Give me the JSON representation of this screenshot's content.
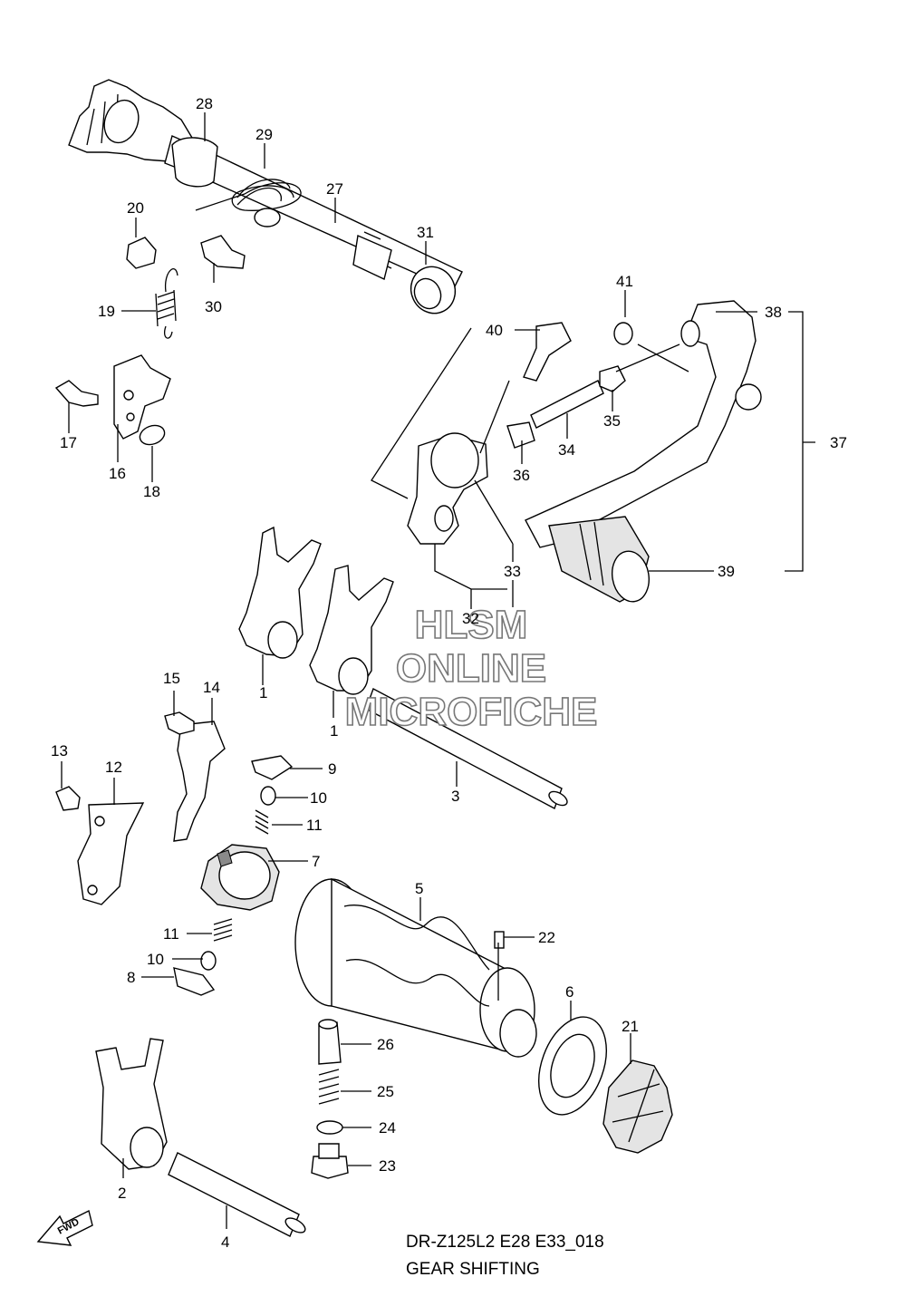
{
  "diagram": {
    "model_code": "DR-Z125L2 E28 E33_018",
    "section_title": "GEAR SHIFTING",
    "fwd_label": "FWD",
    "watermark": [
      "HLSM",
      "ONLINE",
      "MICROFICHE"
    ],
    "callouts": [
      {
        "id": "c1a",
        "text": "1"
      },
      {
        "id": "c1b",
        "text": "1"
      },
      {
        "id": "c2",
        "text": "2"
      },
      {
        "id": "c3",
        "text": "3"
      },
      {
        "id": "c4",
        "text": "4"
      },
      {
        "id": "c5",
        "text": "5"
      },
      {
        "id": "c6",
        "text": "6"
      },
      {
        "id": "c7",
        "text": "7"
      },
      {
        "id": "c8",
        "text": "8"
      },
      {
        "id": "c9",
        "text": "9"
      },
      {
        "id": "c10a",
        "text": "10"
      },
      {
        "id": "c10b",
        "text": "10"
      },
      {
        "id": "c11a",
        "text": "11"
      },
      {
        "id": "c11b",
        "text": "11"
      },
      {
        "id": "c12",
        "text": "12"
      },
      {
        "id": "c13",
        "text": "13"
      },
      {
        "id": "c14",
        "text": "14"
      },
      {
        "id": "c15",
        "text": "15"
      },
      {
        "id": "c16",
        "text": "16"
      },
      {
        "id": "c17",
        "text": "17"
      },
      {
        "id": "c18",
        "text": "18"
      },
      {
        "id": "c19",
        "text": "19"
      },
      {
        "id": "c20",
        "text": "20"
      },
      {
        "id": "c21",
        "text": "21"
      },
      {
        "id": "c22",
        "text": "22"
      },
      {
        "id": "c23",
        "text": "23"
      },
      {
        "id": "c24",
        "text": "24"
      },
      {
        "id": "c25",
        "text": "25"
      },
      {
        "id": "c26",
        "text": "26"
      },
      {
        "id": "c27",
        "text": "27"
      },
      {
        "id": "c28",
        "text": "28"
      },
      {
        "id": "c29",
        "text": "29"
      },
      {
        "id": "c30",
        "text": "30"
      },
      {
        "id": "c31",
        "text": "31"
      },
      {
        "id": "c32",
        "text": "32"
      },
      {
        "id": "c33",
        "text": "33"
      },
      {
        "id": "c34",
        "text": "34"
      },
      {
        "id": "c35",
        "text": "35"
      },
      {
        "id": "c36",
        "text": "36"
      },
      {
        "id": "c37",
        "text": "37"
      },
      {
        "id": "c38",
        "text": "38"
      },
      {
        "id": "c39",
        "text": "39"
      },
      {
        "id": "c40",
        "text": "40"
      },
      {
        "id": "c41",
        "text": "41"
      }
    ]
  }
}
